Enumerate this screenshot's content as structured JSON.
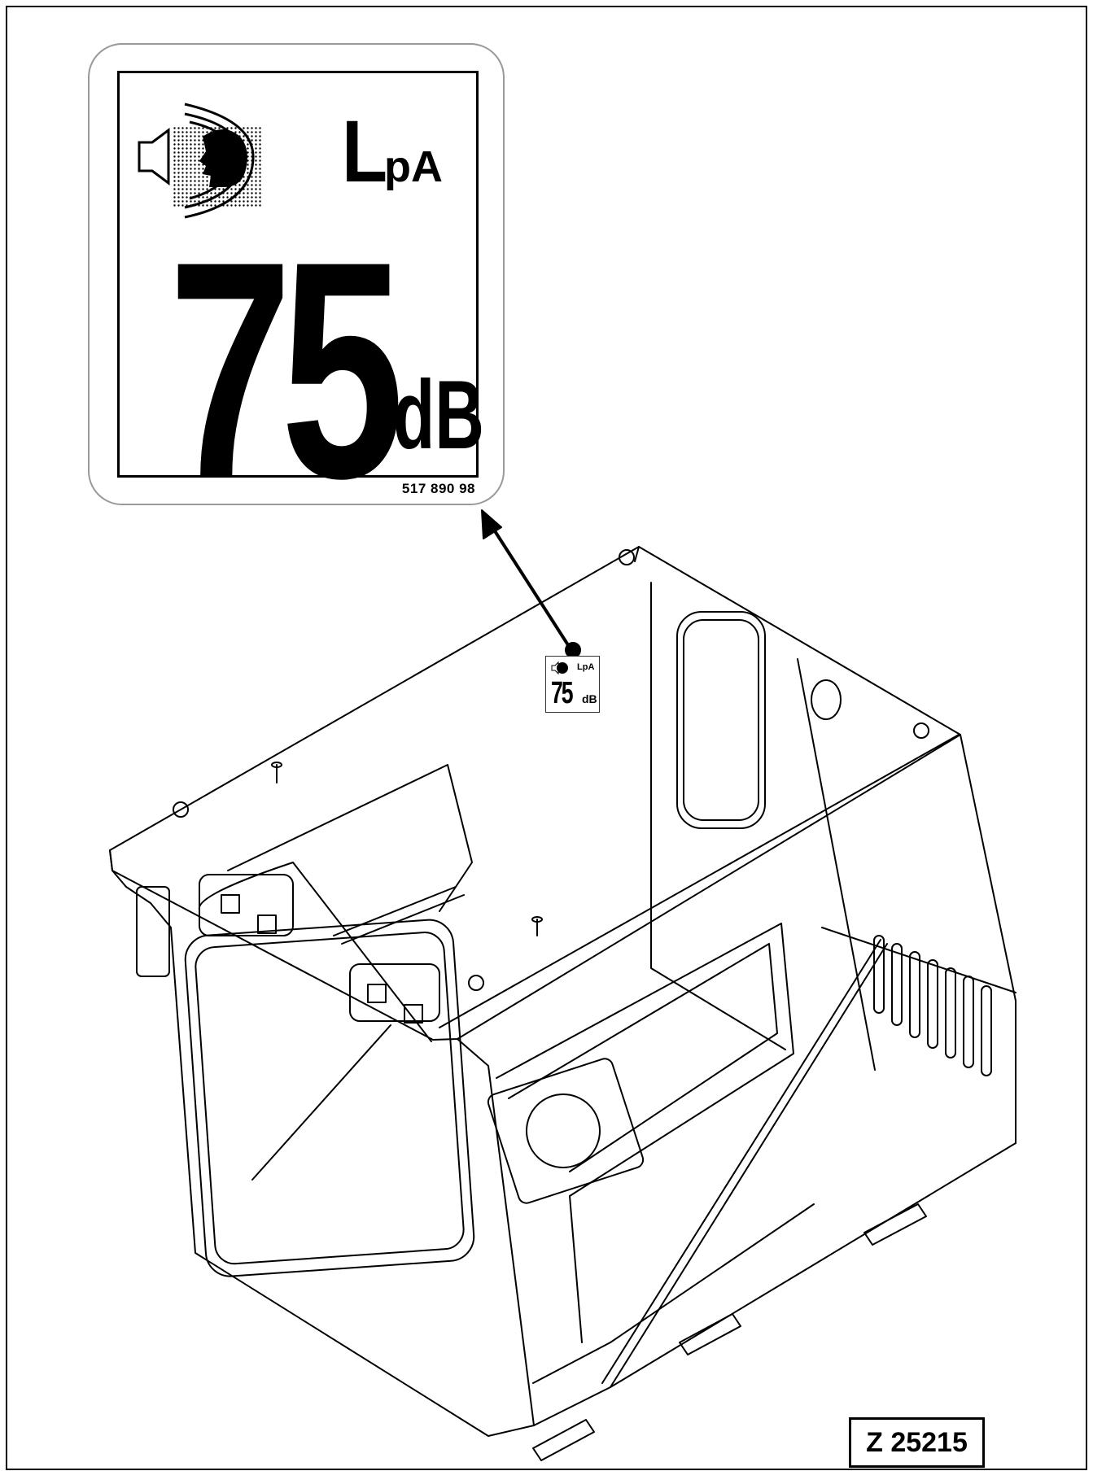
{
  "label": {
    "symbol_text_main": "L",
    "symbol_text_sub": "pA",
    "value": "75",
    "unit": "dB",
    "part_number": "517 890 98"
  },
  "figure_reference": "Z 25215",
  "icons": {
    "noise": "speaker-head-noise-icon"
  }
}
